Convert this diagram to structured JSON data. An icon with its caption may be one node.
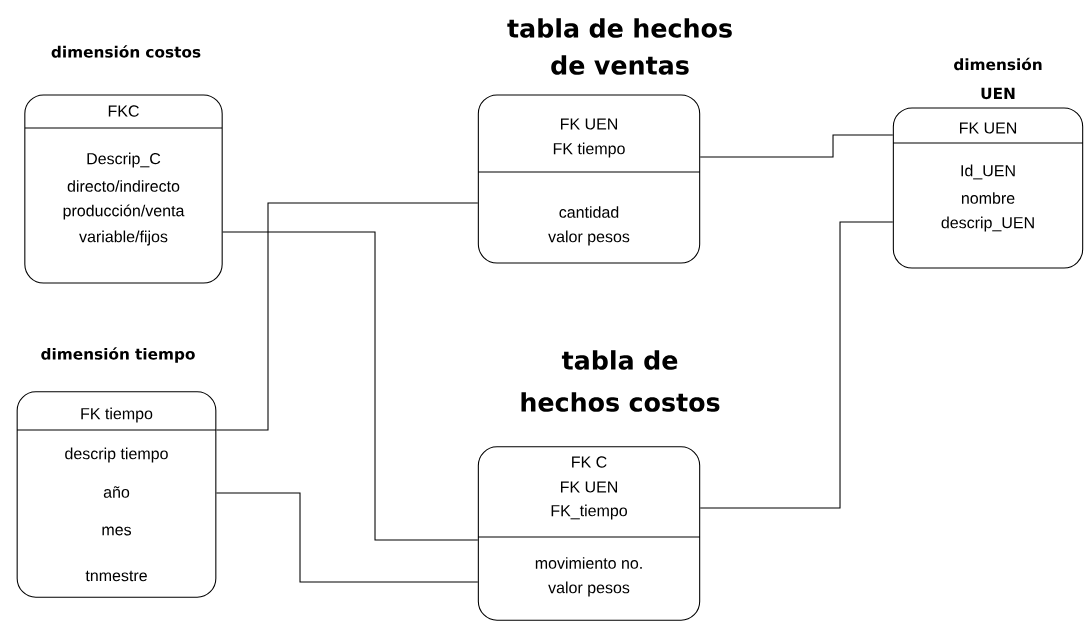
{
  "diagram": {
    "nodes": [
      {
        "text": [
          "dimensión costos",
          "FKC",
          "Descrip_C",
          "directo/indirecto",
          "producción/venta",
          "variable/fijos"
        ]
      },
      {
        "text": [
          "tabla de hechos de ventas",
          "FK UEN",
          "FK tiempo",
          "cantidad",
          "valor pesos"
        ]
      },
      {
        "text": [
          "dimensión UEN",
          "FK UEN",
          "Id_UEN",
          "nombre",
          "descrip_UEN"
        ]
      },
      {
        "text": [
          "dimensión tiempo",
          "FK tiempo",
          "descrip tiempo",
          "año",
          "mes",
          "tnmestre"
        ]
      },
      {
        "text": [
          "tabla de hechos costos",
          "FK C",
          "FK UEN",
          "FK_tiempo",
          "movimiento no.",
          "valor pesos"
        ]
      }
    ],
    "edges": [
      {
        "from": 0,
        "to": 4,
        "arrow": "none"
      },
      {
        "from": 3,
        "to": 1,
        "arrow": "none"
      },
      {
        "from": 3,
        "to": 4,
        "arrow": "none"
      },
      {
        "from": 1,
        "to": 2,
        "arrow": "none"
      },
      {
        "from": 4,
        "to": 2,
        "arrow": "none"
      }
    ]
  }
}
